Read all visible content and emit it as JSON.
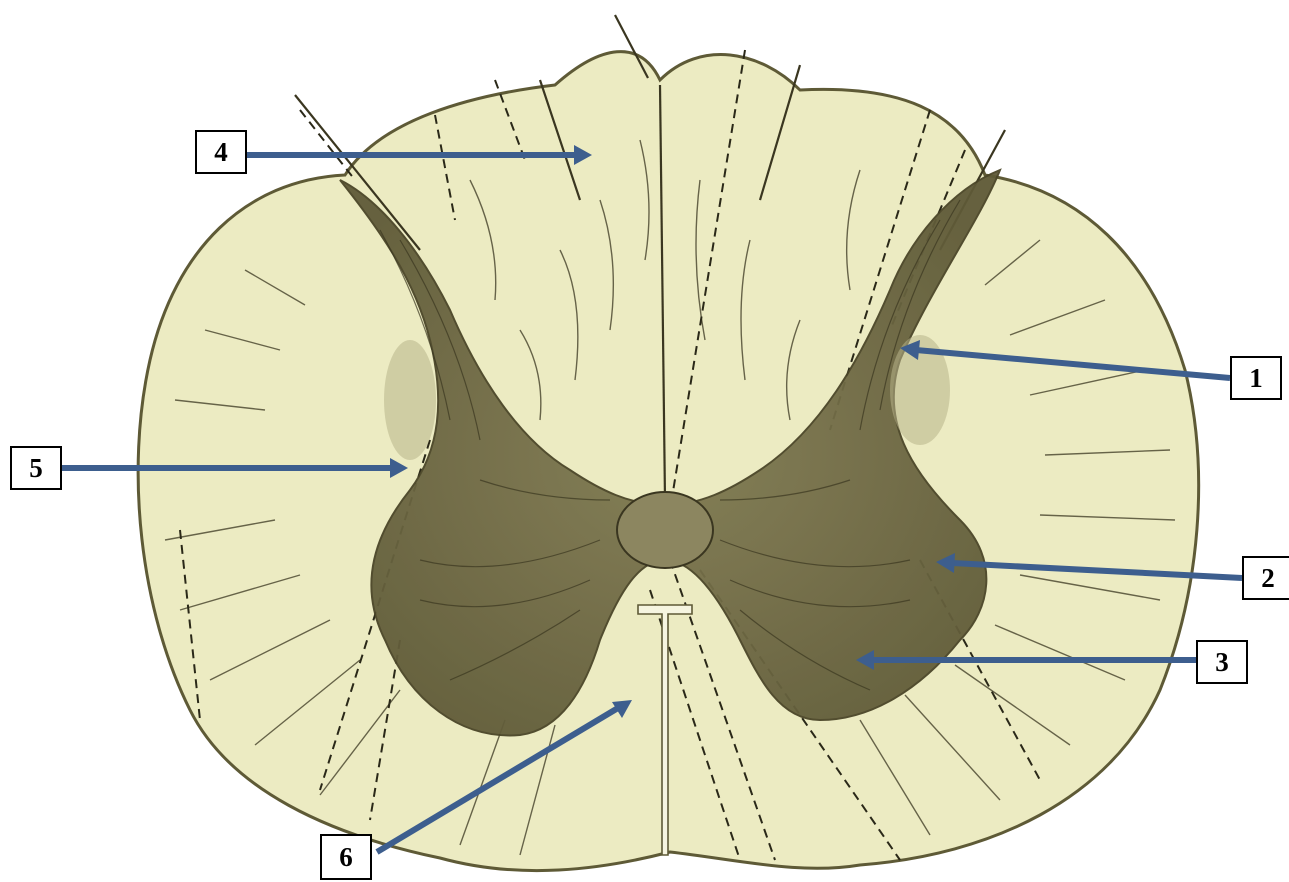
{
  "colors": {
    "tissue": "#ecebc2",
    "tissue_edge": "#5e5a36",
    "grey_matter": "#716b46",
    "fiber_lines": "#3a3620",
    "arrow": "#3d5e8e",
    "label_border": "#000000"
  },
  "labels": {
    "l1": "1",
    "l2": "2",
    "l3": "3",
    "l4": "4",
    "l5": "5",
    "l6": "6"
  }
}
